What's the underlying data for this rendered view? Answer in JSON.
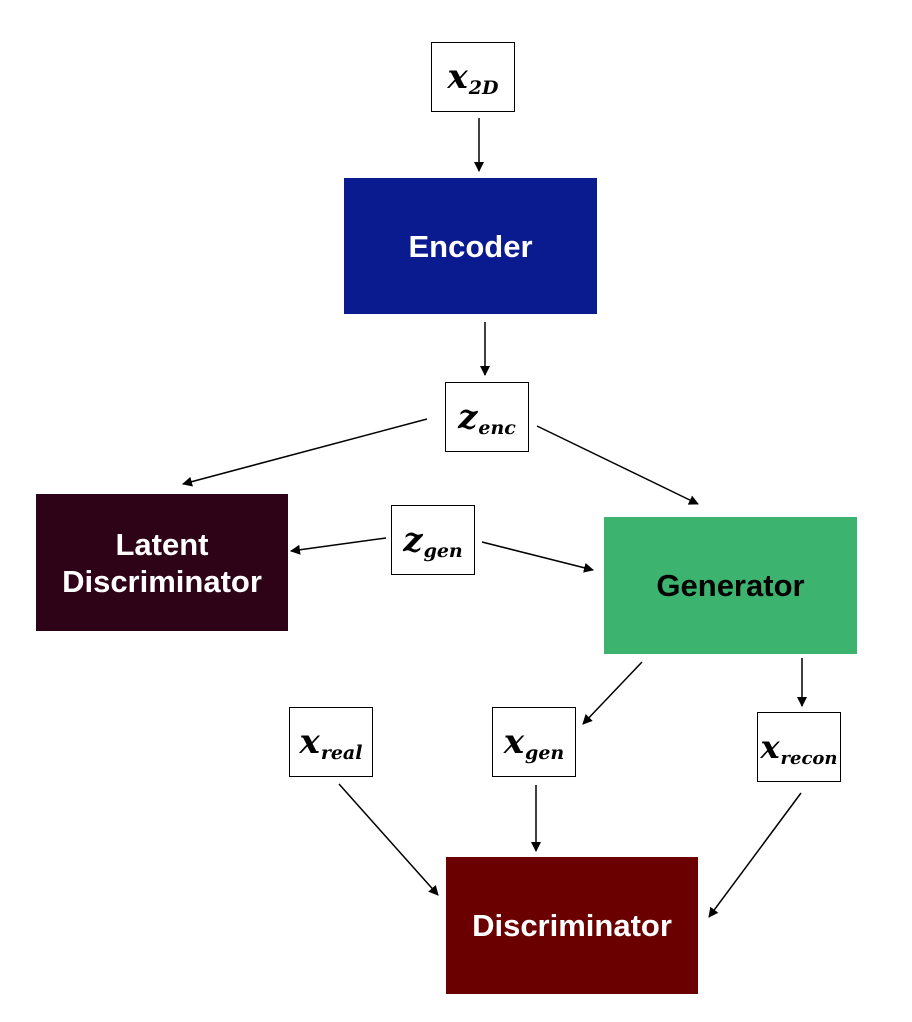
{
  "blocks": {
    "encoder": {
      "label": "Encoder",
      "fill": "#0a1a8f",
      "text_color": "#ffffff"
    },
    "latent_discriminator": {
      "label": "Latent\nDiscriminator",
      "fill": "#2e0318",
      "text_color": "#ffffff"
    },
    "generator": {
      "label": "Generator",
      "fill": "#3db370",
      "text_color": "#000000"
    },
    "discriminator": {
      "label": "Discriminator",
      "fill": "#6b0000",
      "text_color": "#ffffff"
    }
  },
  "variables": {
    "x2d": {
      "symbol": "x",
      "subscript": "2D"
    },
    "zenc": {
      "symbol": "z",
      "subscript": "enc"
    },
    "zgen": {
      "symbol": "z",
      "subscript": "gen"
    },
    "xreal": {
      "symbol": "x",
      "subscript": "real"
    },
    "xgen": {
      "symbol": "x",
      "subscript": "gen"
    },
    "xrecon": {
      "symbol": "x",
      "subscript": "recon"
    }
  },
  "edges": [
    {
      "from": "x2d",
      "to": "encoder"
    },
    {
      "from": "encoder",
      "to": "zenc"
    },
    {
      "from": "zenc",
      "to": "latent_discriminator"
    },
    {
      "from": "zenc",
      "to": "generator"
    },
    {
      "from": "zgen",
      "to": "latent_discriminator"
    },
    {
      "from": "zgen",
      "to": "generator"
    },
    {
      "from": "generator",
      "to": "xgen"
    },
    {
      "from": "generator",
      "to": "xrecon"
    },
    {
      "from": "xreal",
      "to": "discriminator"
    },
    {
      "from": "xgen",
      "to": "discriminator"
    },
    {
      "from": "xrecon",
      "to": "discriminator"
    }
  ]
}
